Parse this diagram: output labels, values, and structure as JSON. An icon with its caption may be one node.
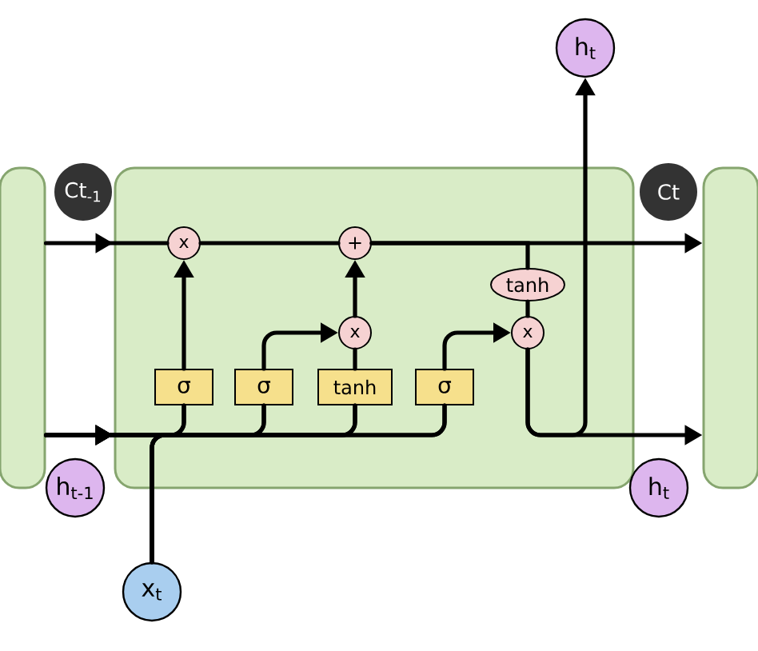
{
  "diagram": {
    "nodes": [
      {
        "text": [],
        "shape": "box"
      },
      {
        "text": [],
        "shape": "box"
      },
      {
        "text": [],
        "shape": "box"
      },
      {
        "text": [
          "Ct$_{-1}$"
        ]
      },
      {
        "text": [
          "h$_{t-1}$"
        ]
      },
      {
        "text": [
          "x$_{t}$"
        ]
      },
      {
        "text": [
          "h$_{t}$"
        ]
      },
      {
        "text": [
          "Ct"
        ]
      },
      {
        "text": [
          "h$_{t}$"
        ]
      },
      {
        "text": [
          "x"
        ],
        "in": 1
      },
      {
        "text": [
          "+"
        ],
        "in": 1
      },
      {
        "text": [
          "x"
        ],
        "in": 1
      },
      {
        "text": [
          "x"
        ],
        "in": 1
      },
      {
        "text": [
          "σ"
        ],
        "in": 1
      },
      {
        "text": [
          "σ"
        ],
        "in": 1
      },
      {
        "text": [
          "tanh"
        ],
        "in": 1
      },
      {
        "text": [
          "σ"
        ],
        "in": 1
      },
      {
        "text": [
          "tanh"
        ],
        "in": 1
      }
    ],
    "edges": [
      {
        "from": 0,
        "to": 9,
        "arrow": "to"
      },
      {
        "from": 0,
        "to": 13,
        "arrow": "to"
      },
      {
        "from": 0,
        "to": 14,
        "arrow": "to"
      },
      {
        "from": 0,
        "to": 15,
        "arrow": "to"
      },
      {
        "from": 0,
        "to": 16,
        "arrow": "to"
      },
      {
        "from": 5,
        "to": 13,
        "arrow": "none"
      },
      {
        "from": 5,
        "to": 14,
        "arrow": "none"
      },
      {
        "from": 5,
        "to": 15,
        "arrow": "none"
      },
      {
        "from": 5,
        "to": 16,
        "arrow": "none"
      },
      {
        "from": 13,
        "to": 9,
        "arrow": "to"
      },
      {
        "from": 9,
        "to": 10,
        "arrow": "none"
      },
      {
        "from": 14,
        "to": 11,
        "arrow": "to"
      },
      {
        "from": 15,
        "to": 11,
        "arrow": "none"
      },
      {
        "from": 11,
        "to": 10,
        "arrow": "to"
      },
      {
        "from": 10,
        "to": 2,
        "arrow": "to"
      },
      {
        "from": 10,
        "to": 17,
        "arrow": "none"
      },
      {
        "from": 16,
        "to": 12,
        "arrow": "to"
      },
      {
        "from": 17,
        "to": 12,
        "arrow": "none"
      },
      {
        "from": 12,
        "to": 2,
        "arrow": "to"
      },
      {
        "from": 12,
        "to": 6,
        "arrow": "to"
      }
    ]
  }
}
